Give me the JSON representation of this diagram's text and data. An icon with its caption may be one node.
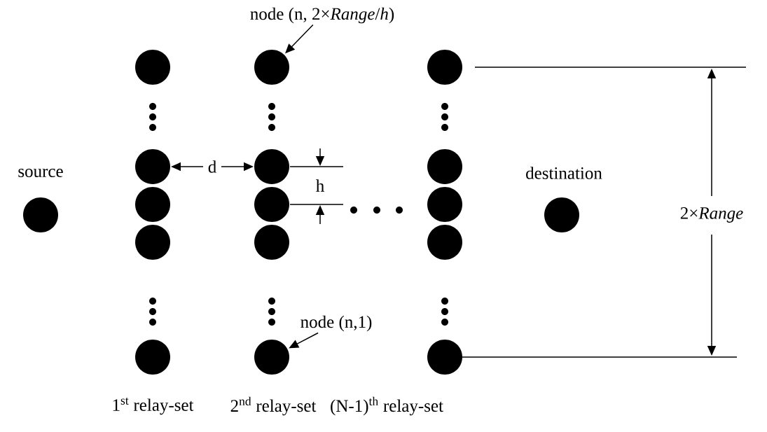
{
  "diagram": {
    "nodes": [
      {
        "text": [],
        "shape": "circle",
        "beside": [
          "source"
        ]
      },
      {
        "text": [],
        "shape": "circle"
      },
      {
        "text": [],
        "shape": "circle"
      },
      {
        "text": [],
        "shape": "circle"
      },
      {
        "text": [],
        "shape": "circle"
      },
      {
        "text": [],
        "shape": "circle"
      },
      {
        "text": [],
        "shape": "circle"
      },
      {
        "text": [],
        "shape": "circle"
      },
      {
        "text": [],
        "shape": "circle"
      },
      {
        "text": [],
        "shape": "circle"
      },
      {
        "text": [],
        "shape": "circle"
      },
      {
        "text": [],
        "shape": "circle"
      },
      {
        "text": [],
        "shape": "circle"
      },
      {
        "text": [],
        "shape": "circle"
      },
      {
        "text": [],
        "shape": "circle"
      },
      {
        "text": [],
        "shape": "circle"
      },
      {
        "text": [],
        "shape": "circle",
        "beside": [
          "destination"
        ]
      },
      {
        "text": [
          "node (n, 2×*Range*/*h*)"
        ]
      },
      {
        "text": [
          "node (n,1)"
        ]
      }
    ],
    "edges": [
      {
        "from": 17,
        "to": 6,
        "arrow": "to"
      },
      {
        "from": 18,
        "to": 10,
        "arrow": "to"
      }
    ],
    "labels": [
      "d",
      "h",
      "2×*Range*",
      "1$^{st}$ relay-set",
      "2$^{nd}$ relay-set",
      "(N-1)$^{th}$ relay-set"
    ]
  }
}
